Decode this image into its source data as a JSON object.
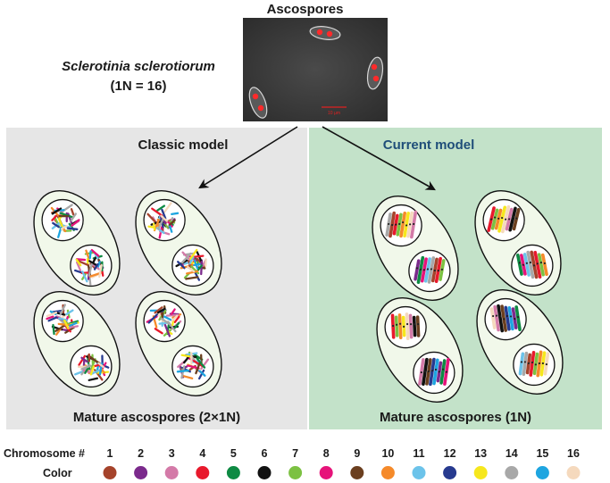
{
  "title": "Ascospores",
  "species": {
    "name": "Sclerotinia sclerotiorum",
    "ploidy": "(1N = 16)"
  },
  "micrograph": {
    "scale_bar": "10 µm"
  },
  "classic_model": {
    "title": "Classic model",
    "label": "Mature ascospores (2×1N)"
  },
  "current_model": {
    "title": "Current model",
    "label": "Mature ascospores (1N)"
  },
  "legend": {
    "row1_label": "Chromosome #",
    "row2_label": "Color",
    "items": [
      {
        "number": "1",
        "color": "#a5432b"
      },
      {
        "number": "2",
        "color": "#7b2a8c"
      },
      {
        "number": "3",
        "color": "#d47aa8"
      },
      {
        "number": "4",
        "color": "#e8192c"
      },
      {
        "number": "5",
        "color": "#0e8a43"
      },
      {
        "number": "6",
        "color": "#111111"
      },
      {
        "number": "7",
        "color": "#7cc142"
      },
      {
        "number": "8",
        "color": "#e6137a"
      },
      {
        "number": "9",
        "color": "#6b3f1f"
      },
      {
        "number": "10",
        "color": "#f58a2a"
      },
      {
        "number": "11",
        "color": "#6cc3ea"
      },
      {
        "number": "12",
        "color": "#273a8f"
      },
      {
        "number": "13",
        "color": "#f6e71d"
      },
      {
        "number": "14",
        "color": "#a8a8a8"
      },
      {
        "number": "15",
        "color": "#1ea5e0"
      },
      {
        "number": "16",
        "color": "#f5d9bd"
      }
    ]
  }
}
